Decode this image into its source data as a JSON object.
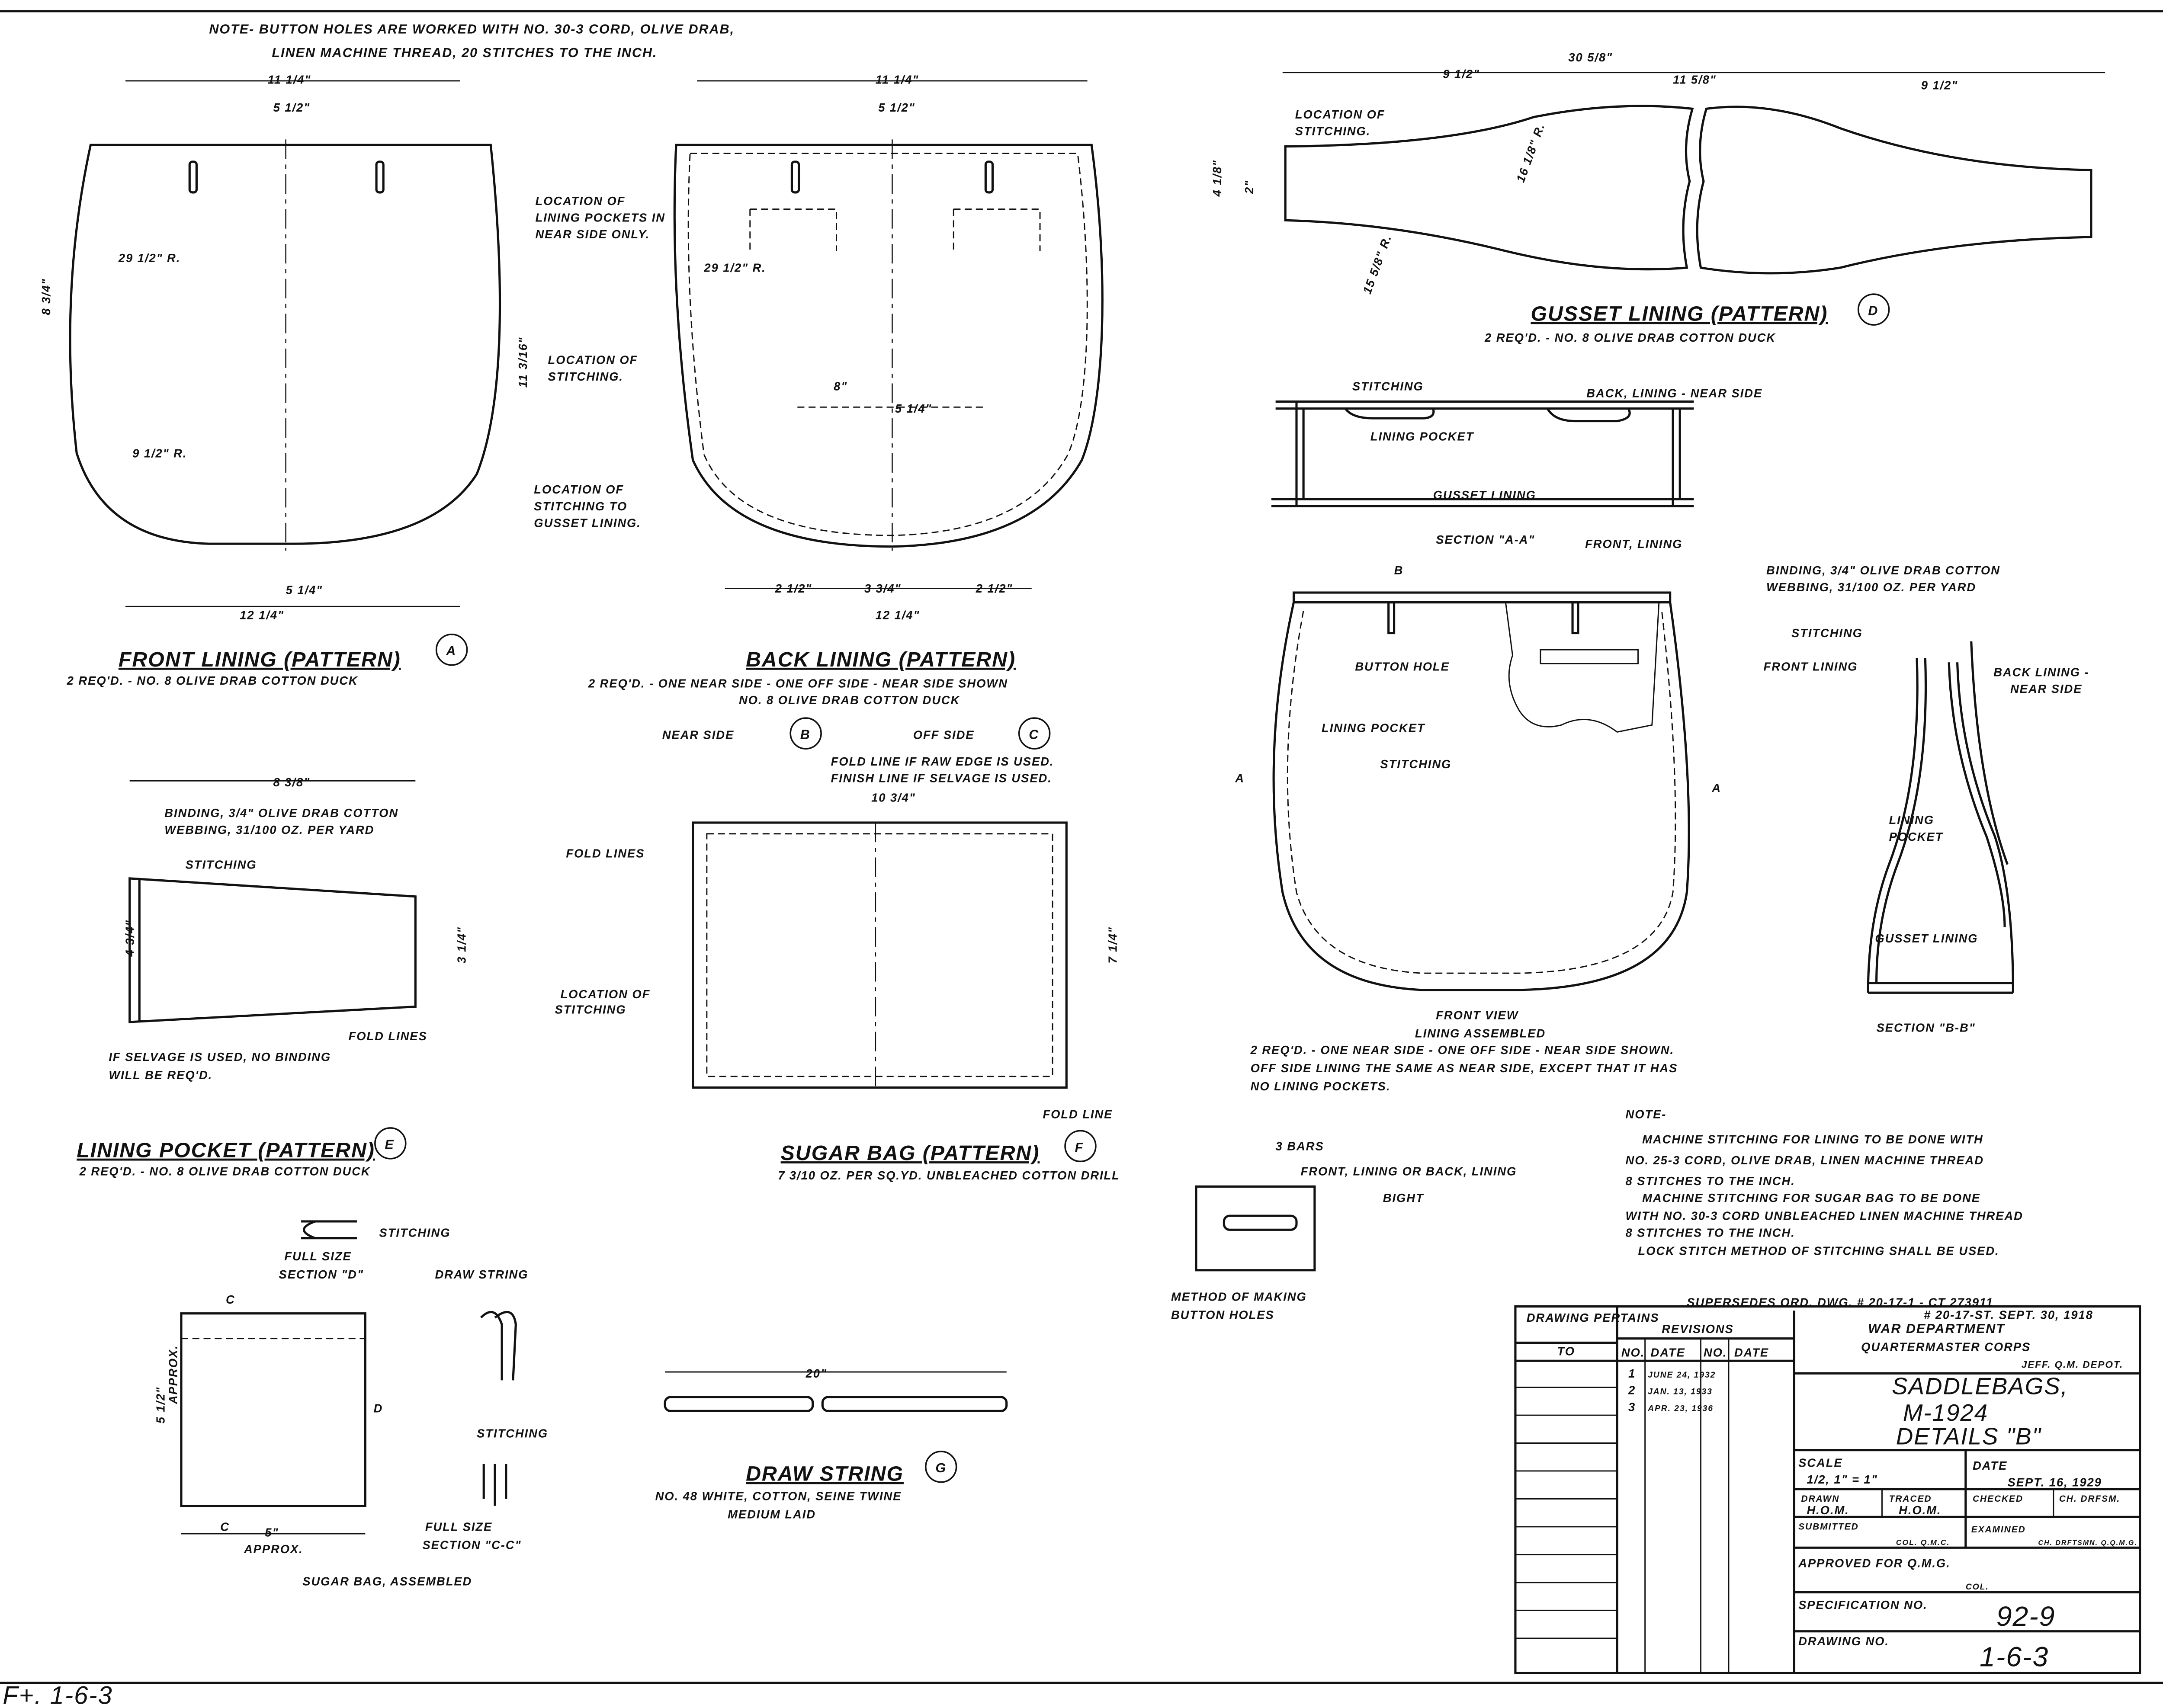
{
  "top_note": {
    "line1": "NOTE- BUTTON HOLES ARE WORKED WITH NO. 30-3 CORD, OLIVE DRAB,",
    "line2": "LINEN MACHINE THREAD, 20 STITCHES TO THE INCH."
  },
  "front_lining": {
    "title": "FRONT LINING (PATTERN)",
    "letter": "A",
    "subtitle": "2 REQ'D. - NO. 8 OLIVE DRAB COTTON DUCK",
    "dims": [
      "11 1/4\"",
      "5 1/2\"",
      "29 1/2\" R.",
      "9 1/2\" R.",
      "5 1/4\"",
      "12 1/4\"",
      "8 3/4\""
    ]
  },
  "back_lining": {
    "title": "BACK LINING (PATTERN)",
    "subtitle1": "2 REQ'D. - ONE NEAR SIDE - ONE OFF SIDE - NEAR SIDE SHOWN",
    "subtitle2": "NO. 8 OLIVE DRAB COTTON DUCK",
    "label_pockets": [
      "LOCATION OF",
      "LINING POCKETS IN",
      "NEAR SIDE ONLY."
    ],
    "label_stitching": [
      "LOCATION OF",
      "STITCHING."
    ],
    "label_gusset": [
      "LOCATION OF",
      "STITCHING TO",
      "GUSSET LINING."
    ],
    "dims": [
      "11 1/4\"",
      "5 1/2\"",
      "29 1/2\" R.",
      "8\"",
      "5 1/4\"",
      "2 1/2\"",
      "3 3/4\"",
      "2 1/2\"",
      "12 1/4\"",
      "11 3/16\""
    ]
  },
  "gusset_lining": {
    "title": "GUSSET LINING (PATTERN)",
    "letter": "D",
    "subtitle": "2 REQ'D. - NO. 8 OLIVE DRAB COTTON DUCK",
    "label": [
      "LOCATION OF",
      "STITCHING."
    ],
    "dims": [
      "9 1/2\"",
      "30 5/8\"",
      "11 5/8\"",
      "9 1/2\"",
      "4 1/8\"",
      "2\"",
      "16 1/8\" R.",
      "15 5/8\" R."
    ]
  },
  "section_aa": {
    "stitching": "STITCHING",
    "back_lining": "BACK, LINING - NEAR SIDE",
    "lining_pocket": "LINING POCKET",
    "gusset_lining": "GUSSET LINING",
    "title": "SECTION \"A-A\"",
    "front_lining": "FRONT, LINING"
  },
  "front_view": {
    "button_hole": "BUTTON HOLE",
    "lining_pocket": "LINING POCKET",
    "stitching": "STITCHING",
    "title1": "FRONT VIEW",
    "title2": "LINING ASSEMBLED",
    "note1": "2 REQ'D. - ONE NEAR SIDE - ONE OFF SIDE - NEAR SIDE SHOWN.",
    "note2": "OFF SIDE LINING THE SAME AS NEAR SIDE, EXCEPT THAT IT HAS",
    "note3": "NO LINING POCKETS.",
    "marker_a": "A",
    "marker_b": "B"
  },
  "section_bb": {
    "binding1": "BINDING, 3/4\" OLIVE DRAB COTTON",
    "binding2": "WEBBING, 31/100 OZ. PER YARD",
    "stitching": "STITCHING",
    "front_lining": "FRONT LINING",
    "back_lining1": "BACK LINING -",
    "back_lining2": "NEAR SIDE",
    "lining_pocket1": "LINING",
    "lining_pocket2": "POCKET",
    "gusset_lining": "GUSSET LINING",
    "title": "SECTION \"B-B\""
  },
  "lining_pocket": {
    "dim_top": "8 3/8\"",
    "binding1": "BINDING, 3/4\" OLIVE DRAB COTTON",
    "binding2": "WEBBING, 31/100 OZ. PER YARD",
    "stitching": "STITCHING",
    "fold_lines": "FOLD LINES",
    "selvage1": "IF SELVAGE IS USED, NO BINDING",
    "selvage2": "WILL BE REQ'D.",
    "title": "LINING POCKET (PATTERN)",
    "letter": "E",
    "subtitle": "2 REQ'D. - NO. 8 OLIVE DRAB COTTON DUCK",
    "dims": [
      "4 3/4\"",
      "3 1/4\""
    ]
  },
  "sugar_bag_pattern": {
    "near_side": "NEAR SIDE",
    "near_letter": "B",
    "off_side": "OFF SIDE",
    "off_letter": "C",
    "fold_note1": "FOLD LINE IF RAW EDGE IS USED.",
    "fold_note2": "FINISH LINE IF SELVAGE IS USED.",
    "dim_top": "10 3/4\"",
    "dim_right": "7 1/4\"",
    "fold_lines": "FOLD LINES",
    "location1": "LOCATION OF",
    "location2": "STITCHING",
    "fold_line": "FOLD LINE",
    "title": "SUGAR BAG (PATTERN)",
    "letter": "F",
    "subtitle": "7 3/10 OZ. PER SQ.YD. UNBLEACHED COTTON DRILL"
  },
  "button_holes": {
    "bars": "3 BARS",
    "front_back": "FRONT, LINING OR BACK, LINING",
    "bight": "BIGHT",
    "caption1": "METHOD OF MAKING",
    "caption2": "BUTTON HOLES"
  },
  "sugar_bag_assembled": {
    "stitching_top": "STITCHING",
    "section_d1": "FULL SIZE",
    "section_d2": "SECTION \"D\"",
    "draw_string": "DRAW STRING",
    "stitching": "STITCHING",
    "section_cc1": "FULL SIZE",
    "section_cc2": "SECTION \"C-C\"",
    "dim_width": "5\"",
    "approx": "APPROX.",
    "dim_height": "5 1/2\"",
    "approx_v": "APPROX.",
    "title": "SUGAR BAG, ASSEMBLED",
    "marker_c": "C",
    "marker_d": "D"
  },
  "draw_string": {
    "dim": "20\"",
    "title": "DRAW STRING",
    "letter": "G",
    "subtitle1": "NO. 48 WHITE, COTTON, SEINE TWINE",
    "subtitle2": "MEDIUM LAID"
  },
  "notes": {
    "heading": "NOTE-",
    "lines": [
      "MACHINE STITCHING FOR LINING TO BE DONE WITH",
      "NO. 25-3 CORD, OLIVE DRAB, LINEN MACHINE THREAD",
      "8 STITCHES TO THE INCH.",
      "MACHINE STITCHING FOR SUGAR BAG TO BE DONE",
      "WITH NO. 30-3 CORD UNBLEACHED LINEN MACHINE THREAD",
      "8 STITCHES TO THE INCH.",
      "LOCK STITCH METHOD OF STITCHING SHALL BE USED."
    ]
  },
  "title_block": {
    "supersedes": "SUPERSEDES ORD. DWG. # 20-17-1 - CT 273911",
    "supersedes2": "# 20-17-ST. SEPT. 30, 1918",
    "drawing_pertains": "DRAWING PERTAINS",
    "to": "TO",
    "revisions": "REVISIONS",
    "no": "NO.",
    "date": "DATE",
    "revision_rows": [
      {
        "no": "1",
        "date": "JUNE 24, 1932"
      },
      {
        "no": "2",
        "date": "JAN. 13, 1933"
      },
      {
        "no": "3",
        "date": "APR. 23, 1936"
      }
    ],
    "org1": "WAR DEPARTMENT",
    "org2": "QUARTERMASTER CORPS",
    "org3": "JEFF. Q.M. DEPOT.",
    "title1": "SADDLEBAGS,",
    "title2": "M-1924",
    "title3": "DETAILS \"B\"",
    "scale_label": "SCALE",
    "scale_value": "1/2, 1\" = 1\"",
    "date_label": "DATE",
    "date_value": "SEPT. 16, 1929",
    "drawn_label": "DRAWN",
    "drawn_value": "H.O.M.",
    "traced_label": "TRACED",
    "traced_value": "H.O.M.",
    "checked_label": "CHECKED",
    "ch_drftsm_label": "CH. DRFSM.",
    "submitted_label": "SUBMITTED",
    "submitted_title": "COL. Q.M.C.",
    "examined_label": "EXAMINED",
    "examined_title": "CH. DRFTSMN. Q.Q.M.G.",
    "approved_label": "APPROVED FOR Q.M.G.",
    "approved_title": "COL.",
    "spec_label": "SPECIFICATION NO.",
    "spec_value": "92-9",
    "drawing_no_label": "DRAWING NO.",
    "drawing_no_value": "1-6-3"
  },
  "corner_mark": "F+. 1-6-3"
}
